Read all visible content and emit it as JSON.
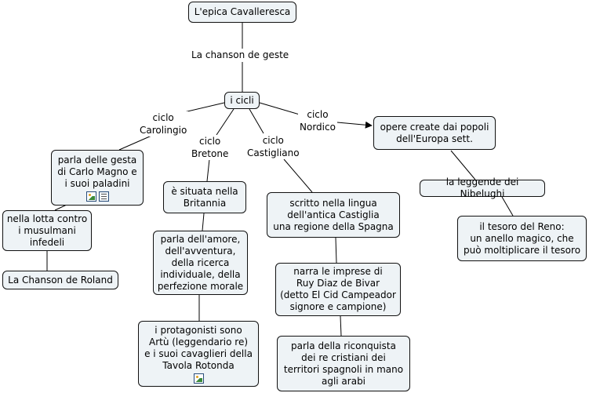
{
  "nodes": {
    "root": "L'epica Cavalleresca",
    "cicli": "i cicli",
    "carolingio_desc": "parla delle gesta\ndi Carlo Magno e\ni suoi paladini",
    "lotta": "nella lotta contro\ni musulmani\ninfedeli",
    "roland": "La Chanson de Roland",
    "britannia": "è situata nella\nBritannia",
    "amore": "parla dell'amore,\ndell'avventura,\ndella ricerca\nindividuale, della\nperfezione morale",
    "protagonisti": "i protagonisti sono\nArtù (leggendario re)\ne i suoi cavaglieri della\nTavola Rotonda",
    "castiglia": "scritto nella lingua\ndell'antica Castiglia\nuna regione della Spagna",
    "ruy": "narra le imprese di\nRuy Diaz de Bivar\n(detto El Cid Campeador\nsignore e campione)",
    "riconquista": "parla della riconquista\ndei re cristiani dei\nterritori spagnoli in mano\nagli arabi",
    "europa": "opere create dai popoli\ndell'Europa sett.",
    "nibelughi": "la leggende dei Nibelughi",
    "reno": "il tesoro del Reno:\nun anello magico, che\npuò moltiplicare il tesoro"
  },
  "links": {
    "chanson": "La chanson de geste",
    "carolingio": "ciclo\nCarolingio",
    "bretone": "ciclo\nBretone",
    "castigliano": "ciclo\nCastigliano",
    "nordico": "ciclo\nNordico"
  },
  "icons": {
    "carolingio": [
      "image-icon",
      "document-icon"
    ],
    "protagonisti": [
      "image-icon"
    ]
  },
  "colors": {
    "node_fill": "#eef3f6",
    "node_border": "#111111",
    "line": "#000000"
  }
}
